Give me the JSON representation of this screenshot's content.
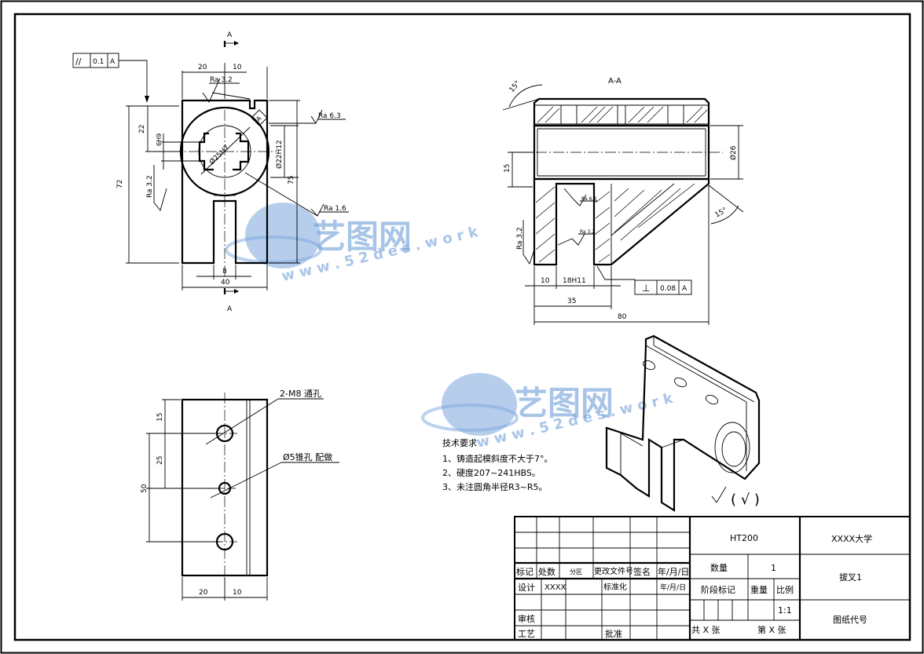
{
  "watermark": {
    "logo": "艺图网",
    "url": "w w w . 5 2 d e s . w o r k"
  },
  "front_view": {
    "section_mark": "A",
    "tolerance_frame": {
      "symbol": "//",
      "value": "0.1",
      "datum": "A"
    },
    "dims": {
      "top_20": "20",
      "top_10": "10",
      "left_22": "22",
      "left_72": "72",
      "left_ra32": "Ra 3.2",
      "key_6h9": "6H9",
      "bore_25": "Ø25H7",
      "bore_22": "Ø22H12",
      "right_75": "75",
      "bottom_8": "8",
      "bottom_40": "40",
      "ra32_top": "Ra 3.2",
      "ra63": "Ra 6.3",
      "ra16": "Ra 1.6",
      "datum_a": "A"
    }
  },
  "section_view": {
    "title": "A-A",
    "dims": {
      "angle_top": "15°",
      "angle_bottom": "15°",
      "dia_26": "Ø26",
      "left_15": "15",
      "ra32_left": "Ra 3.2",
      "ra63": "Ra 6.3",
      "ra32_inner": "Ra 3.2",
      "b_10": "10",
      "b_18h11": "18H11",
      "b_35": "35",
      "b_80": "80"
    },
    "tolerance_frame": {
      "symbol": "⊥",
      "value": "0.08",
      "datum": "A"
    }
  },
  "bottom_view": {
    "label_m8": "2-M8 通孔",
    "label_pin": "Ø5锥孔 配做",
    "dims": {
      "d15": "15",
      "d25": "25",
      "d50": "50",
      "b20": "20",
      "b10": "10"
    }
  },
  "tech_requirements": {
    "title": "技术要求",
    "items": [
      "1、铸造起模斜度不大于7°。",
      "2、硬度207~241HBS。",
      "3、未注圆角半径R3~R5。"
    ]
  },
  "roughness_note": {
    "suffix": "( √ )"
  },
  "title_block": {
    "material": "HT200",
    "school": "XXXX大学",
    "part_name": "拔叉1",
    "drawing_code": "图纸代号",
    "qty_label": "数量",
    "qty_value": "1",
    "stage_label": "阶段标记",
    "weight_label": "重量",
    "scale_label": "比例",
    "scale_value": "1:1",
    "sheets_total": "共 X 张",
    "sheet_no": "第 X 张",
    "row_headers": [
      "标记",
      "处数",
      "分区",
      "更改文件号",
      "签名",
      "年/月/日"
    ],
    "design_label": "设计",
    "design_name": "XXXX",
    "standard_label": "标准化",
    "date_label": "年/月/日",
    "review_label": "审核",
    "process_label": "工艺",
    "approve_label": "批准"
  }
}
